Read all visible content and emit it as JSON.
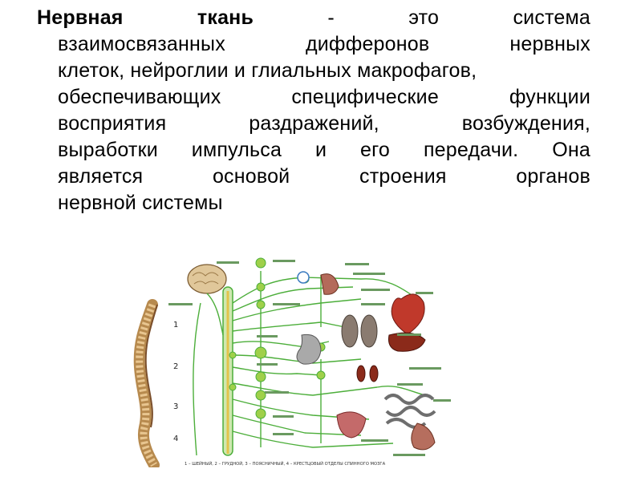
{
  "definition": {
    "term": "Нервная ткань",
    "lines": [
      [
        "Нервная",
        "ткань",
        "-",
        "это",
        "система"
      ],
      [
        "взаимосвязанных",
        "дифферонов",
        "нервных"
      ],
      [
        "клеток, нейроглии и глиальных макрофагов,"
      ],
      [
        "обеспечивающих",
        "специфические",
        "функции"
      ],
      [
        "восприятия",
        "раздражений,",
        "возбуждения,"
      ],
      [
        "выработки",
        "импульса",
        "и",
        "его",
        "передачи.",
        "Она"
      ],
      [
        "является",
        "основой",
        "строения",
        "органов"
      ],
      [
        "нервной системы"
      ]
    ]
  },
  "figure": {
    "spine_numbers": [
      "1",
      "2",
      "3",
      "4"
    ],
    "caption": "1 – ШЕЙНЫЙ, 2 – ГРУДНОЙ, 3 – ПОЯСНИЧНЫЙ, 4 – КРЕСТЦОВЫЙ ОТДЕЛЫ СПИННОГО МОЗГА",
    "colors": {
      "nerve": "#4cae3a",
      "ganglion": "#9fd04a",
      "spine": "#d9a860",
      "heart": "#c0392b",
      "lung": "#8a7b70",
      "liver": "#8b2a1a"
    }
  }
}
